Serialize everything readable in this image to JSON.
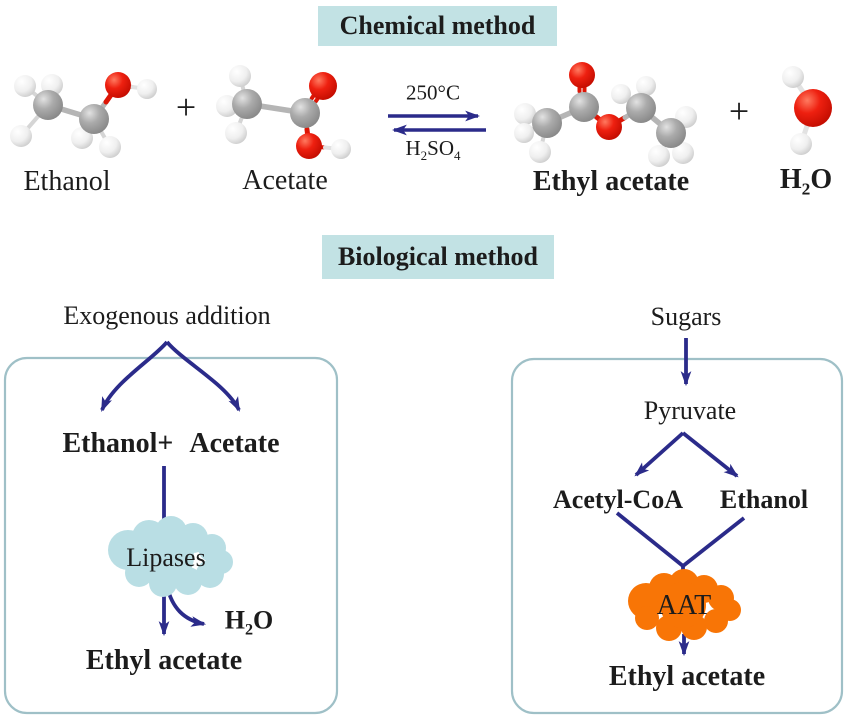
{
  "palette": {
    "header_background": "#c2e2e4",
    "arrow_navy": "#2b2b8a",
    "panel_border": "#9fc0c7",
    "lipases_cloud": "#b9dee4",
    "aat_cloud": "#f87506",
    "atom_carbon": "#a8a8a8",
    "atom_hydrogen": "#f2f2f2",
    "atom_oxygen": "#e8180c"
  },
  "chemical": {
    "header": "Chemical method",
    "plus": "+",
    "ethanol_label": "Ethanol",
    "acetate_label": "Acetate",
    "temperature": "250°C",
    "catalyst": {
      "p1": "H",
      "s1": "2",
      "p2": "SO",
      "s2": "4"
    },
    "ethyl_acetate_label": "Ethyl acetate",
    "water": {
      "p1": "H",
      "s1": "2",
      "p2": "O"
    }
  },
  "biological": {
    "header": "Biological method",
    "exogenous": {
      "source": "Exogenous addition",
      "substrate_left": "Ethanol+",
      "substrate_right": "Acetate",
      "enzyme": "Lipases",
      "byproduct": {
        "p1": "H",
        "s1": "2",
        "p2": "O"
      },
      "product": "Ethyl acetate"
    },
    "fermentation": {
      "source": "Sugars",
      "intermediate": "Pyruvate",
      "precursor_left": "Acetyl-CoA",
      "precursor_right": "Ethanol",
      "enzyme": "AAT",
      "product": "Ethyl acetate"
    }
  }
}
